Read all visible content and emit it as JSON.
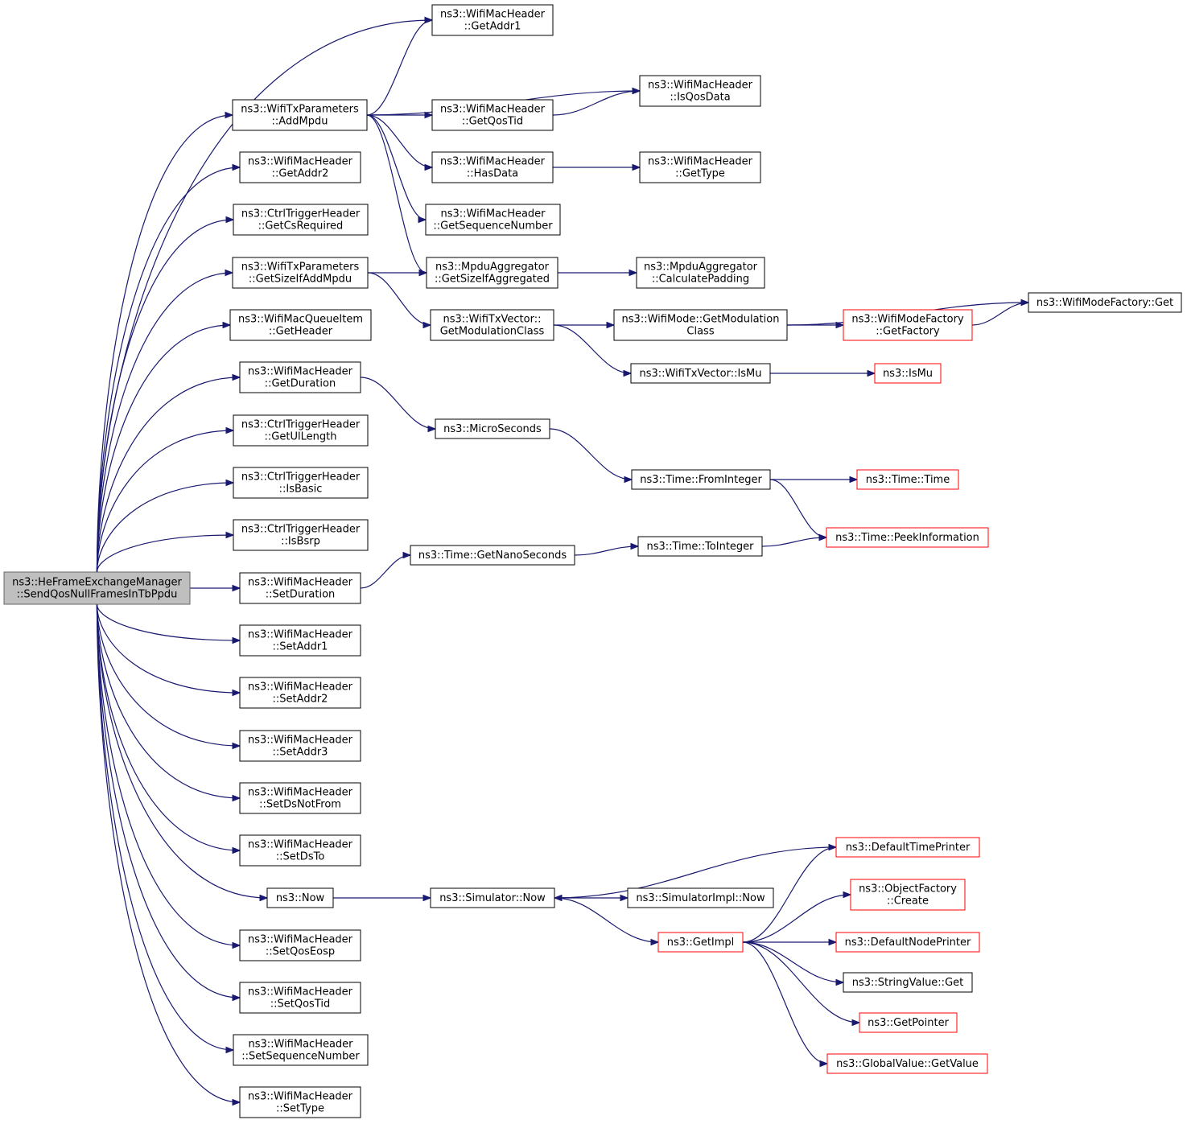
{
  "nodes": [
    {
      "id": "root",
      "lines": [
        "ns3::HeFrameExchangeManager",
        "::SendQosNullFramesInTbPpdu"
      ],
      "style": "root"
    },
    {
      "id": "getaddr1",
      "lines": [
        "ns3::WifiMacHeader",
        "::GetAddr1"
      ],
      "style": "normal"
    },
    {
      "id": "addmpdu",
      "lines": [
        "ns3::WifiTxParameters",
        "::AddMpdu"
      ],
      "style": "normal"
    },
    {
      "id": "isqosdata",
      "lines": [
        "ns3::WifiMacHeader",
        "::IsQosData"
      ],
      "style": "normal"
    },
    {
      "id": "getqostid",
      "lines": [
        "ns3::WifiMacHeader",
        "::GetQosTid"
      ],
      "style": "normal"
    },
    {
      "id": "getaddr2",
      "lines": [
        "ns3::WifiMacHeader",
        "::GetAddr2"
      ],
      "style": "normal"
    },
    {
      "id": "hasdata",
      "lines": [
        "ns3::WifiMacHeader",
        "::HasData"
      ],
      "style": "normal"
    },
    {
      "id": "gettype",
      "lines": [
        "ns3::WifiMacHeader",
        "::GetType"
      ],
      "style": "normal"
    },
    {
      "id": "getcsrequired",
      "lines": [
        "ns3::CtrlTriggerHeader",
        "::GetCsRequired"
      ],
      "style": "normal"
    },
    {
      "id": "getseqnum",
      "lines": [
        "ns3::WifiMacHeader",
        "::GetSequenceNumber"
      ],
      "style": "normal"
    },
    {
      "id": "getsizeifaddmpdu",
      "lines": [
        "ns3::WifiTxParameters",
        "::GetSizeIfAddMpdu"
      ],
      "style": "normal"
    },
    {
      "id": "getsizeifagg",
      "lines": [
        "ns3::MpduAggregator",
        "::GetSizeIfAggregated"
      ],
      "style": "normal"
    },
    {
      "id": "calcpadding",
      "lines": [
        "ns3::MpduAggregator",
        "::CalculatePadding"
      ],
      "style": "normal"
    },
    {
      "id": "wmfget",
      "lines": [
        "ns3::WifiModeFactory::Get"
      ],
      "style": "normal"
    },
    {
      "id": "getheader",
      "lines": [
        "ns3::WifiMacQueueItem",
        "::GetHeader"
      ],
      "style": "normal"
    },
    {
      "id": "getmodclass",
      "lines": [
        "ns3::WifiTxVector::",
        "GetModulationClass"
      ],
      "style": "normal"
    },
    {
      "id": "wmgetmodclass",
      "lines": [
        "ns3::WifiMode::GetModulation",
        "Class"
      ],
      "style": "normal"
    },
    {
      "id": "getfactory",
      "lines": [
        "ns3::WifiModeFactory",
        "::GetFactory"
      ],
      "style": "red"
    },
    {
      "id": "txismu",
      "lines": [
        "ns3::WifiTxVector::IsMu"
      ],
      "style": "normal"
    },
    {
      "id": "ismu",
      "lines": [
        "ns3::IsMu"
      ],
      "style": "red"
    },
    {
      "id": "getduration",
      "lines": [
        "ns3::WifiMacHeader",
        "::GetDuration"
      ],
      "style": "normal"
    },
    {
      "id": "microseconds",
      "lines": [
        "ns3::MicroSeconds"
      ],
      "style": "normal"
    },
    {
      "id": "getullength",
      "lines": [
        "ns3::CtrlTriggerHeader",
        "::GetUlLength"
      ],
      "style": "normal"
    },
    {
      "id": "isbasic",
      "lines": [
        "ns3::CtrlTriggerHeader",
        "::IsBasic"
      ],
      "style": "normal"
    },
    {
      "id": "frominteger",
      "lines": [
        "ns3::Time::FromInteger"
      ],
      "style": "normal"
    },
    {
      "id": "timetime",
      "lines": [
        "ns3::Time::Time"
      ],
      "style": "red"
    },
    {
      "id": "isbsrp",
      "lines": [
        "ns3::CtrlTriggerHeader",
        "::IsBsrp"
      ],
      "style": "normal"
    },
    {
      "id": "peekinfo",
      "lines": [
        "ns3::Time::PeekInformation"
      ],
      "style": "red"
    },
    {
      "id": "tointeger",
      "lines": [
        "ns3::Time::ToInteger"
      ],
      "style": "normal"
    },
    {
      "id": "getnanoseconds",
      "lines": [
        "ns3::Time::GetNanoSeconds"
      ],
      "style": "normal"
    },
    {
      "id": "setduration",
      "lines": [
        "ns3::WifiMacHeader",
        "::SetDuration"
      ],
      "style": "normal"
    },
    {
      "id": "setaddr1",
      "lines": [
        "ns3::WifiMacHeader",
        "::SetAddr1"
      ],
      "style": "normal"
    },
    {
      "id": "setaddr2",
      "lines": [
        "ns3::WifiMacHeader",
        "::SetAddr2"
      ],
      "style": "normal"
    },
    {
      "id": "setaddr3",
      "lines": [
        "ns3::WifiMacHeader",
        "::SetAddr3"
      ],
      "style": "normal"
    },
    {
      "id": "setdsnotfrom",
      "lines": [
        "ns3::WifiMacHeader",
        "::SetDsNotFrom"
      ],
      "style": "normal"
    },
    {
      "id": "setdsto",
      "lines": [
        "ns3::WifiMacHeader",
        "::SetDsTo"
      ],
      "style": "normal"
    },
    {
      "id": "defaulttimeprinter",
      "lines": [
        "ns3::DefaultTimePrinter"
      ],
      "style": "red"
    },
    {
      "id": "objfactorycreate",
      "lines": [
        "ns3::ObjectFactory",
        "::Create"
      ],
      "style": "red"
    },
    {
      "id": "now",
      "lines": [
        "ns3::Now"
      ],
      "style": "normal"
    },
    {
      "id": "simnow",
      "lines": [
        "ns3::Simulator::Now"
      ],
      "style": "normal"
    },
    {
      "id": "simimplnow",
      "lines": [
        "ns3::SimulatorImpl::Now"
      ],
      "style": "normal"
    },
    {
      "id": "getimpl",
      "lines": [
        "ns3::GetImpl"
      ],
      "style": "red"
    },
    {
      "id": "defaultnodeprinter",
      "lines": [
        "ns3::DefaultNodePrinter"
      ],
      "style": "red"
    },
    {
      "id": "setqoseosp",
      "lines": [
        "ns3::WifiMacHeader",
        "::SetQosEosp"
      ],
      "style": "normal"
    },
    {
      "id": "stringvalueget",
      "lines": [
        "ns3::StringValue::Get"
      ],
      "style": "normal"
    },
    {
      "id": "setqostid",
      "lines": [
        "ns3::WifiMacHeader",
        "::SetQosTid"
      ],
      "style": "normal"
    },
    {
      "id": "getpointer",
      "lines": [
        "ns3::GetPointer"
      ],
      "style": "red"
    },
    {
      "id": "setseqnum",
      "lines": [
        "ns3::WifiMacHeader",
        "::SetSequenceNumber"
      ],
      "style": "normal"
    },
    {
      "id": "globalvalueget",
      "lines": [
        "ns3::GlobalValue::GetValue"
      ],
      "style": "red"
    },
    {
      "id": "settype",
      "lines": [
        "ns3::WifiMacHeader",
        "::SetType"
      ],
      "style": "normal"
    }
  ],
  "edges": [
    [
      "root",
      "getaddr1"
    ],
    [
      "root",
      "addmpdu"
    ],
    [
      "root",
      "getaddr2"
    ],
    [
      "root",
      "getcsrequired"
    ],
    [
      "root",
      "getsizeifaddmpdu"
    ],
    [
      "root",
      "getheader"
    ],
    [
      "root",
      "getduration"
    ],
    [
      "root",
      "getullength"
    ],
    [
      "root",
      "isbasic"
    ],
    [
      "root",
      "isbsrp"
    ],
    [
      "root",
      "setduration"
    ],
    [
      "root",
      "setaddr1"
    ],
    [
      "root",
      "setaddr2"
    ],
    [
      "root",
      "setaddr3"
    ],
    [
      "root",
      "setdsnotfrom"
    ],
    [
      "root",
      "setdsto"
    ],
    [
      "root",
      "now"
    ],
    [
      "root",
      "setqoseosp"
    ],
    [
      "root",
      "setqostid"
    ],
    [
      "root",
      "setseqnum"
    ],
    [
      "root",
      "settype"
    ],
    [
      "addmpdu",
      "getaddr1"
    ],
    [
      "addmpdu",
      "isqosdata"
    ],
    [
      "addmpdu",
      "getqostid"
    ],
    [
      "addmpdu",
      "hasdata"
    ],
    [
      "addmpdu",
      "getseqnum"
    ],
    [
      "addmpdu",
      "getsizeifagg"
    ],
    [
      "getqostid",
      "isqosdata"
    ],
    [
      "hasdata",
      "gettype"
    ],
    [
      "getsizeifaddmpdu",
      "getsizeifagg"
    ],
    [
      "getsizeifaddmpdu",
      "getmodclass"
    ],
    [
      "getsizeifagg",
      "calcpadding"
    ],
    [
      "getmodclass",
      "wmgetmodclass"
    ],
    [
      "getmodclass",
      "txismu"
    ],
    [
      "wmgetmodclass",
      "getfactory"
    ],
    [
      "wmgetmodclass",
      "wmfget"
    ],
    [
      "getfactory",
      "wmfget"
    ],
    [
      "txismu",
      "ismu"
    ],
    [
      "getduration",
      "microseconds"
    ],
    [
      "microseconds",
      "frominteger"
    ],
    [
      "frominteger",
      "timetime"
    ],
    [
      "frominteger",
      "peekinfo"
    ],
    [
      "tointeger",
      "peekinfo"
    ],
    [
      "getnanoseconds",
      "tointeger"
    ],
    [
      "setduration",
      "getnanoseconds"
    ],
    [
      "now",
      "simnow"
    ],
    [
      "simnow",
      "simimplnow"
    ],
    [
      "simnow",
      "getimpl"
    ],
    [
      "defaulttimeprinter",
      "simnow"
    ],
    [
      "getimpl",
      "defaulttimeprinter"
    ],
    [
      "getimpl",
      "objfactorycreate"
    ],
    [
      "getimpl",
      "defaultnodeprinter"
    ],
    [
      "getimpl",
      "stringvalueget"
    ],
    [
      "getimpl",
      "getpointer"
    ],
    [
      "getimpl",
      "globalvalueget"
    ]
  ]
}
